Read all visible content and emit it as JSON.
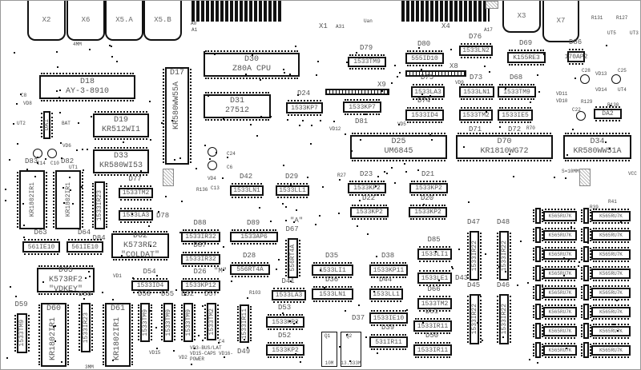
{
  "connectors": {
    "top": [
      "X2",
      "X6",
      "X5.A",
      "X5.B",
      "X3",
      "X7"
    ],
    "edge": [
      "X1",
      "X4"
    ],
    "strips": [
      "X8",
      "X9"
    ]
  },
  "chips": [
    {
      "ref": "D18",
      "part": "AY-3-8910"
    },
    {
      "ref": "D30",
      "part": "Z80A CPU"
    },
    {
      "ref": "D31",
      "part": "27512"
    },
    {
      "ref": "D17",
      "part": "KR580WW55A"
    },
    {
      "ref": "D19",
      "part": "KR512WI1"
    },
    {
      "ref": "D33",
      "part": "KR580WI53"
    },
    {
      "ref": "D24",
      "part": "1533KP7"
    },
    {
      "ref": "D79",
      "part": "1533TM9"
    },
    {
      "ref": "D80",
      "part": "555ID10"
    },
    {
      "ref": "D76",
      "part": "1533LN2"
    },
    {
      "ref": "D69",
      "part": "K155RE3"
    },
    {
      "ref": "D86",
      "part": "170AP2"
    },
    {
      "ref": "D75",
      "part": "1533LA3"
    },
    {
      "ref": "D73",
      "part": "1533LN1"
    },
    {
      "ref": "D68",
      "part": "1533TM9"
    },
    {
      "ref": "D81",
      "part": "1533KP7"
    },
    {
      "ref": "D74",
      "part": "1533ID4"
    },
    {
      "ref": "D71",
      "part": "1533TM2"
    },
    {
      "ref": "D72",
      "part": "1533IE5"
    },
    {
      "ref": "D25",
      "part": "UM6845"
    },
    {
      "ref": "D70",
      "part": "KR1810WG72"
    },
    {
      "ref": "D34",
      "part": "KR580WW51A"
    },
    {
      "ref": "D23",
      "part": "1533KP2"
    },
    {
      "ref": "D21",
      "part": "1533KP2"
    },
    {
      "ref": "D22",
      "part": "1533KP2"
    },
    {
      "ref": "D20",
      "part": "1533KP2"
    },
    {
      "ref": "D42",
      "part": "1533LN1"
    },
    {
      "ref": "D29",
      "part": "1533LL1"
    },
    {
      "ref": "D77",
      "part": "1533TM2"
    },
    {
      "ref": "D78",
      "part": "1533LA3"
    },
    {
      "ref": "D84",
      "part": "1533IR23"
    },
    {
      "ref": "D83",
      "part": "KR1802IR1"
    },
    {
      "ref": "D82",
      "part": "KR1802IR1"
    },
    {
      "ref": "D63",
      "part": "561IE10"
    },
    {
      "ref": "D64",
      "part": "561IE10"
    },
    {
      "ref": "D62",
      "part": "K573RF2",
      "note": "\"COLDAT\""
    },
    {
      "ref": "D88",
      "part": "1533IR32"
    },
    {
      "ref": "D87",
      "part": "1533IR32"
    },
    {
      "ref": "D89",
      "part": "1533AP6"
    },
    {
      "ref": "D67",
      "part": "556RT4A"
    },
    {
      "ref": "D28",
      "part": "556RT4A"
    },
    {
      "ref": "D65",
      "part": "K573RF2",
      "note": "\"VDKEY\""
    },
    {
      "ref": "D54",
      "part": "1533ID4"
    },
    {
      "ref": "D26",
      "part": "1533KP12"
    },
    {
      "ref": "D41",
      "part": "1533LA3"
    },
    {
      "ref": "D59",
      "part": "1533TM9"
    },
    {
      "ref": "D60",
      "part": "KR1802IR1"
    },
    {
      "ref": "D58",
      "part": "1533IR23"
    },
    {
      "ref": "D61",
      "part": "KR1802IR1"
    },
    {
      "ref": "D56",
      "part": "1533TM9"
    },
    {
      "ref": "D55",
      "part": "1533TM9"
    },
    {
      "ref": "D32",
      "part": "1533TM9"
    },
    {
      "ref": "D57",
      "part": "1533TM2"
    },
    {
      "ref": "D49",
      "part": "1533IR11"
    },
    {
      "ref": "D53",
      "part": "1533KP2"
    },
    {
      "ref": "D52",
      "part": "1533KP2"
    },
    {
      "ref": "D35",
      "part": "1533LI1"
    },
    {
      "ref": "D38",
      "part": "1533KP11"
    },
    {
      "ref": "D85",
      "part": "1533LI1"
    },
    {
      "ref": "D43",
      "part": "1533LE1"
    },
    {
      "ref": "D36",
      "part": "1533LN1"
    },
    {
      "ref": "D44",
      "part": "1533LL1"
    },
    {
      "ref": "D66",
      "part": "1533TM2"
    },
    {
      "ref": "D37",
      "part": "1533IE10"
    },
    {
      "ref": "D51",
      "part": "1533IR11"
    },
    {
      "ref": "D39",
      "part": "531IR11"
    },
    {
      "ref": "D50",
      "part": "1533IR11"
    },
    {
      "ref": "D47",
      "part": "1533IR22"
    },
    {
      "ref": "D48",
      "part": "1533IR22"
    },
    {
      "ref": "D45",
      "part": "1533IR22"
    },
    {
      "ref": "D46",
      "part": "1533IR22"
    },
    {
      "ref": "DA1",
      "part": ""
    },
    {
      "ref": "DA2",
      "part": ""
    }
  ],
  "ram_chips": [
    "K565RU7K",
    "K565RU7K",
    "K565RU7K",
    "K565RU7K",
    "K565RU7K",
    "K565RU7K",
    "K565RU7K",
    "K565RU7K",
    "K565RU7K",
    "K565RU7K",
    "K565RU7K",
    "K565RU7K",
    "K565RU7K",
    "K565RU7K",
    "K565RU7K",
    "K565RU7K"
  ],
  "crystals": [
    {
      "ref": "Q1",
      "freq": "10M"
    },
    {
      "ref": "Q2",
      "freq": "13.333M"
    }
  ],
  "markers": {
    "rom_a": "\"A\"",
    "rom_m": "\"M\""
  },
  "labels": [
    "C14",
    "C10",
    "C24",
    "C6",
    "C28",
    "C25",
    "C22",
    "C13",
    "C4",
    "C8",
    "BAT",
    "UT1",
    "UT2",
    "UT3",
    "UT4",
    "UT5",
    "VD8",
    "VD6",
    "VD4",
    "VD1",
    "VD12",
    "VD9",
    "VD5",
    "VD13",
    "VD14",
    "VD11",
    "VD10",
    "VD15",
    "VD2",
    "R131",
    "R127",
    "R129",
    "R130",
    "R70",
    "R27",
    "R136",
    "R103",
    "R39",
    "R41",
    "4MM",
    "3MM",
    "Uan",
    "VCC",
    "S=10MM",
    "A0",
    "A1",
    "A31",
    "A17",
    "VD3-BUS/LAT VD15-CAPS VD16-POWER"
  ]
}
